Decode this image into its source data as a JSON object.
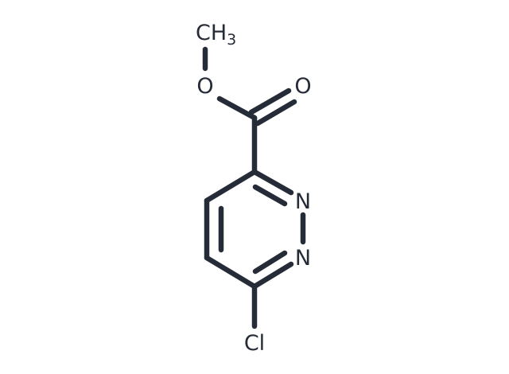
{
  "molecule": {
    "atoms": {
      "methyl": {
        "main": "CH",
        "sub": "3"
      },
      "ester_oxygen": "O",
      "carbonyl_oxygen": "O",
      "nitrogen_2": "N",
      "nitrogen_1": "N",
      "chlorine": "Cl"
    }
  },
  "colors": {
    "ink": "#262b38",
    "background": "#ffffff"
  }
}
